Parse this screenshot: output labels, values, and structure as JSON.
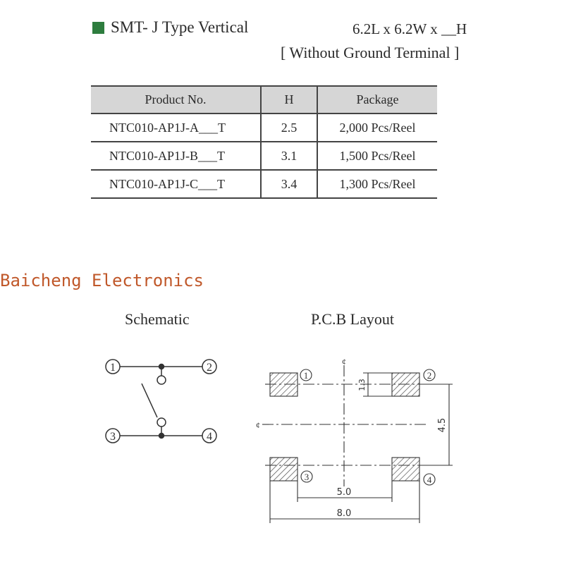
{
  "header": {
    "title": "SMT- J Type   Vertical",
    "dimensions": "6.2L x 6.2W x __H",
    "subtitle": "[ Without Ground Terminal ]",
    "bullet_color": "#2e7d3e"
  },
  "table": {
    "headers": [
      "Product No.",
      "H",
      "Package"
    ],
    "rows": [
      [
        "NTC010-AP1J-A___T",
        "2.5",
        "2,000 Pcs/Reel"
      ],
      [
        "NTC010-AP1J-B___T",
        "3.1",
        "1,500 Pcs/Reel"
      ],
      [
        "NTC010-AP1J-C___T",
        "3.4",
        "1,300 Pcs/Reel"
      ]
    ]
  },
  "brand": {
    "text": "Baicheng Electronics",
    "color": "#c0582a"
  },
  "schematic": {
    "title": "Schematic",
    "pins": [
      "1",
      "2",
      "3",
      "4"
    ]
  },
  "pcb": {
    "title": "P.C.B Layout",
    "pads": [
      "1",
      "2",
      "3",
      "4"
    ],
    "dim_pad_height": "1.3",
    "dim_vertical_pitch": "4.5",
    "dim_inner_width": "5.0",
    "dim_outer_width": "8.0",
    "centerline_mark": "¢"
  }
}
